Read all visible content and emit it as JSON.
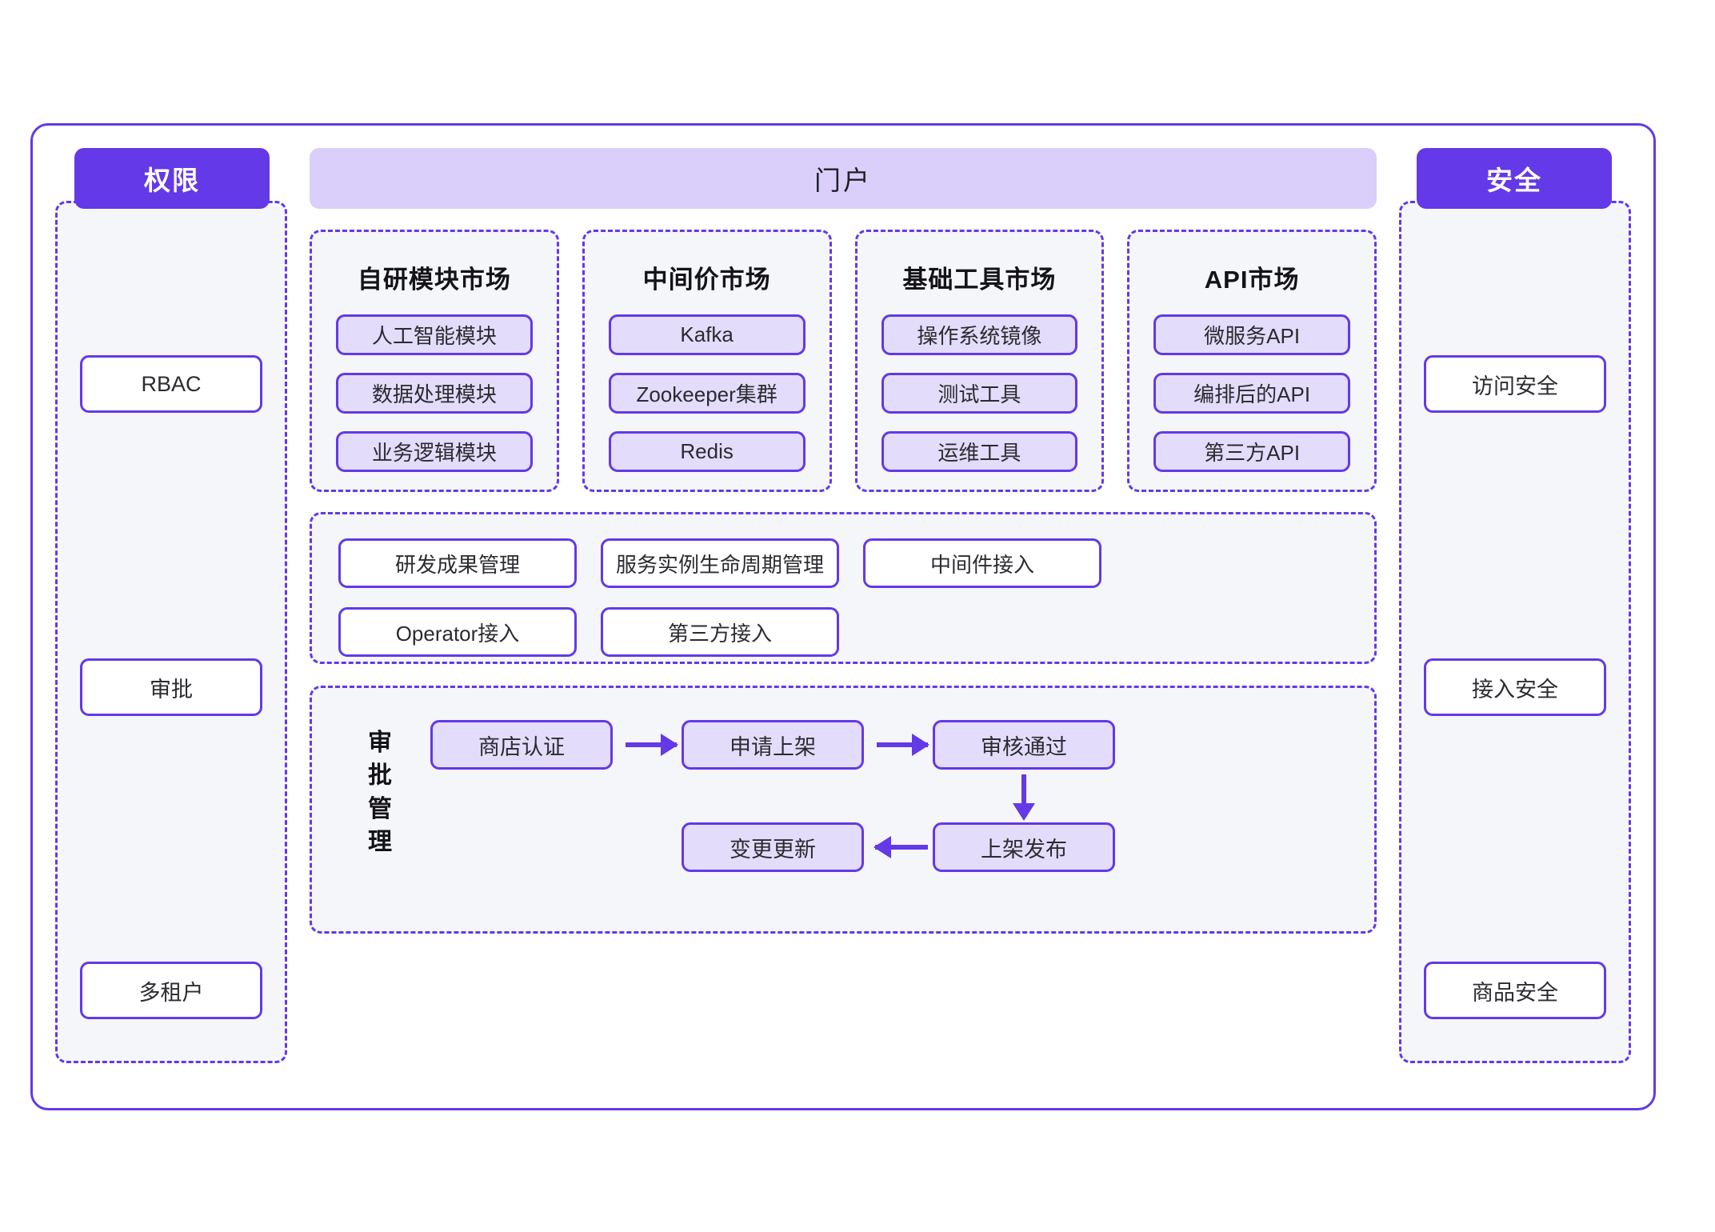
{
  "frame": {
    "accent_color": "#6339e8",
    "panel_fill": "#f5f6fa",
    "banner_fill": "#d9cffa",
    "chip_violet_fill": "#e3dcfa"
  },
  "permission": {
    "header": "权限",
    "items": [
      {
        "label": "RBAC"
      },
      {
        "label": "审批"
      },
      {
        "label": "多租户"
      }
    ]
  },
  "security": {
    "header": "安全",
    "items": [
      {
        "label": "访问安全"
      },
      {
        "label": "接入安全"
      },
      {
        "label": "商品安全"
      }
    ]
  },
  "portal": {
    "title": "门户"
  },
  "markets": [
    {
      "title": "自研模块市场",
      "items": [
        "人工智能模块",
        "数据处理模块",
        "业务逻辑模块"
      ]
    },
    {
      "title": "中间价市场",
      "items": [
        "Kafka",
        "Zookeeper集群",
        "Redis"
      ]
    },
    {
      "title": "基础工具市场",
      "items": [
        "操作系统镜像",
        "测试工具",
        "运维工具"
      ]
    },
    {
      "title": "API市场",
      "items": [
        "微服务API",
        "编排后的API",
        "第三方API"
      ]
    }
  ],
  "capabilities": {
    "items": [
      "研发成果管理",
      "服务实例生命周期管理",
      "中间件接入",
      "Operator接入",
      "第三方接入"
    ]
  },
  "approval": {
    "label_chars": [
      "审",
      "批",
      "管",
      "理"
    ],
    "nodes": {
      "shop": "商店认证",
      "apply": "申请上架",
      "pass": "审核通过",
      "publish": "上架发布",
      "change": "变更更新"
    }
  }
}
